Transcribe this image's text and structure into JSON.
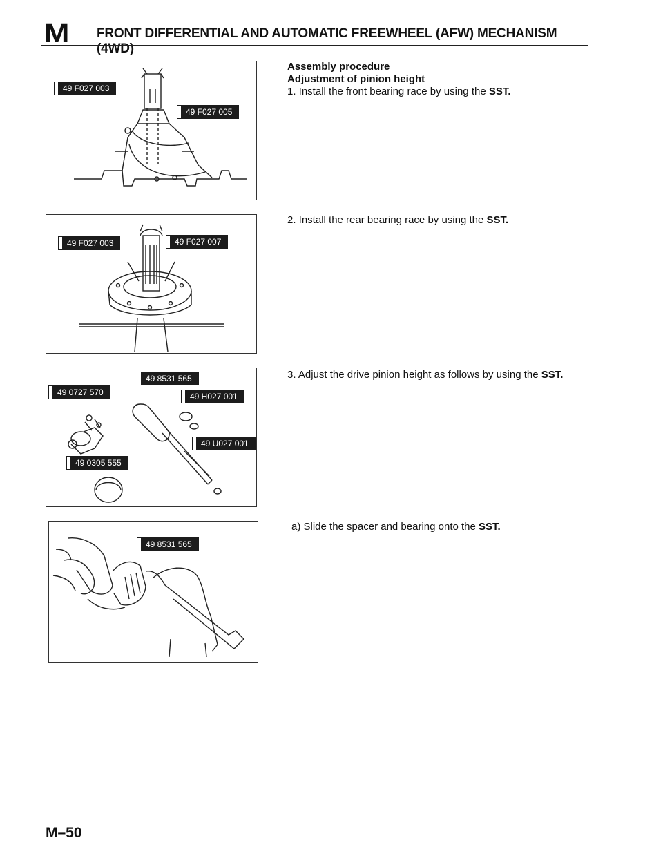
{
  "header": {
    "section_letter": "M",
    "title": "FRONT DIFFERENTIAL AND AUTOMATIC FREEWHEEL (AFW) MECHANISM (4WD)"
  },
  "figures": [
    {
      "labels": [
        "49 F027 003",
        "49 F027 005"
      ]
    },
    {
      "labels": [
        "49 F027 003",
        "49 F027 007"
      ]
    },
    {
      "labels": [
        "49 8531 565",
        "49 0727 570",
        "49 H027 001",
        "49 U027 001",
        "49 0305 555"
      ]
    },
    {
      "labels": [
        "49 8531 565"
      ]
    }
  ],
  "content": {
    "heading1": "Assembly procedure",
    "heading2": "Adjustment of pinion height",
    "step1_text": "1. Install the front bearing race by using the ",
    "step1_sst": "SST.",
    "step2_text": "2. Install the rear bearing race by using the ",
    "step2_sst": "SST.",
    "step3_text": "3. Adjust the drive pinion height as follows by using the ",
    "step3_sst": "SST.",
    "stepa_text": "a) Slide the spacer and bearing onto the ",
    "stepa_sst": "SST."
  },
  "footer": {
    "page_number": "M–50"
  }
}
